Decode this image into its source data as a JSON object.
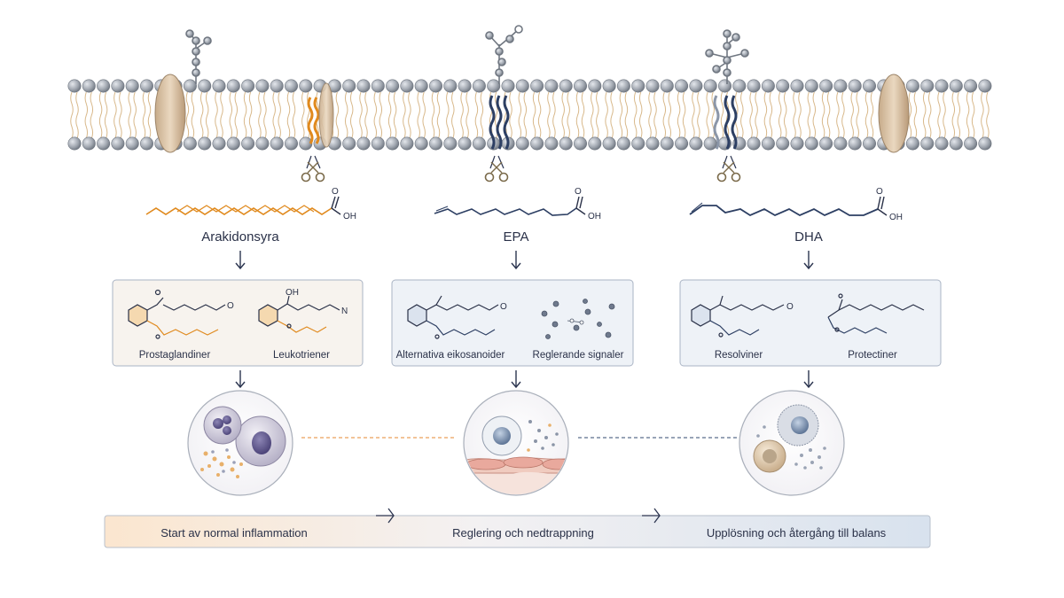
{
  "fatty_acids": [
    {
      "name": "Arakidonsyra",
      "color": "#e08a1e",
      "cooh": "OH",
      "carbonyl": "O"
    },
    {
      "name": "EPA",
      "color": "#2d3f63",
      "cooh": "OH",
      "carbonyl": "O"
    },
    {
      "name": "DHA",
      "color": "#2d3f63",
      "cooh": "OH",
      "carbonyl": "O"
    }
  ],
  "mediator_boxes": [
    {
      "left_label": "Prostaglandiner",
      "right_label": "Leukotriener",
      "right_atom_top": "OH",
      "right_atom_end": "N"
    },
    {
      "left_label": "Alternativa eikosanoider",
      "right_label": "Reglerande signaler"
    },
    {
      "left_label": "Resolviner",
      "right_label": "Protectiner"
    }
  ],
  "stages": [
    {
      "label": "Start av normal inflammation"
    },
    {
      "label": "Reglering och nedtrappning"
    },
    {
      "label": "Upplösning och återgång till balans"
    }
  ],
  "colors": {
    "arachidonic": "#e08a1e",
    "omega3": "#2d3f63",
    "membrane_head": "#9aa0a8",
    "protein": "#d9c4a8",
    "box_border": "#aab4c4",
    "stage_start": "#fbe9d6",
    "stage_end": "#dde6f0"
  },
  "icons": [
    "scissors-icon",
    "scissors-icon",
    "scissors-icon",
    "down-arrow-icon",
    "chevron-right-icon"
  ]
}
